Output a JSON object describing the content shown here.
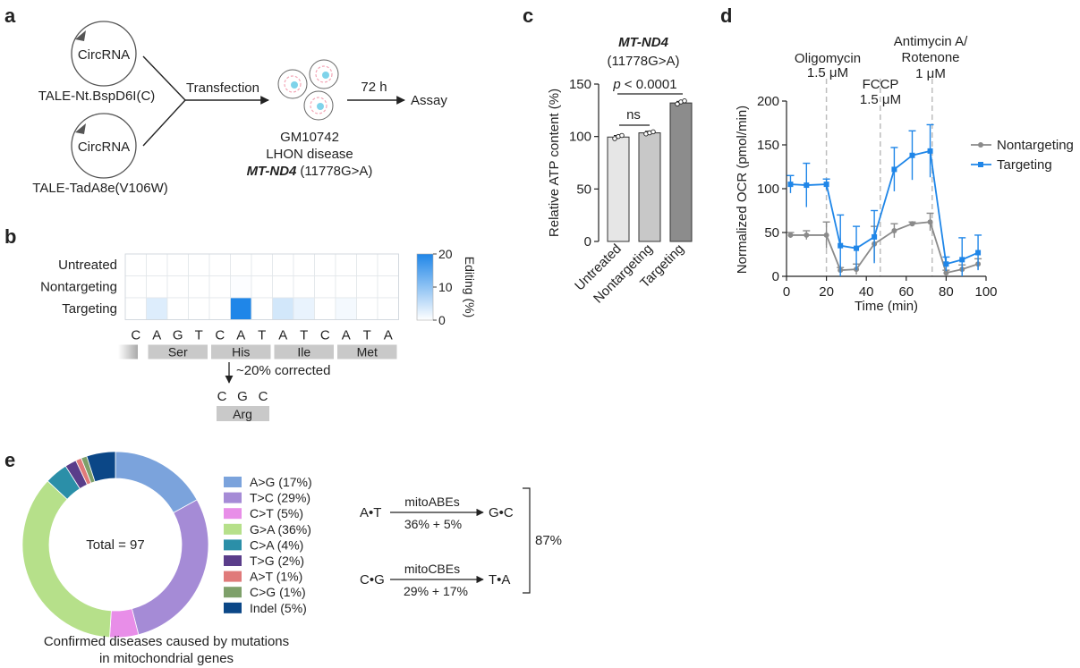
{
  "panels": {
    "a": "a",
    "b": "b",
    "c": "c",
    "d": "d",
    "e": "e"
  },
  "panel_a": {
    "circ_label": "CircRNA",
    "construct_top": "TALE-Nt.BspD6I(C)",
    "construct_bottom": "TALE-TadA8e(V106W)",
    "transfection": "Transfection",
    "time": "72 h",
    "assay": "Assay",
    "cell_line": "GM10742",
    "disease": "LHON disease",
    "gene": "MT-ND4",
    "mutation": "(11778G>A)"
  },
  "panel_b": {
    "colorbar_label": "Editing (%)",
    "corrected": "~20% corrected",
    "new_codon": [
      "C",
      "G",
      "C"
    ],
    "new_aa": "Arg"
  },
  "panel_c": {
    "gene": "MT-ND4",
    "mutation": "(11778G>A)",
    "p_prefix": "p",
    "p_rest": "< 0.0001",
    "ns": "ns"
  },
  "panel_d": {
    "drugs": [
      {
        "lines": [
          "Oligomycin",
          "1.5 μM"
        ],
        "t": 20
      },
      {
        "lines": [
          "FCCP",
          "1.5 μM"
        ],
        "t": 47
      },
      {
        "lines": [
          "Antimycin A/",
          "Rotenone",
          "1 μM"
        ],
        "t": 73
      }
    ]
  },
  "panel_e": {
    "total": "Total = 97",
    "caption_lines": [
      "Confirmed diseases caused by mutations",
      "in mitochondrial genes"
    ],
    "scheme": {
      "row1": {
        "left": "A•T",
        "enzyme": "mitoABEs",
        "sum": "36% + 5%",
        "right": "G•C"
      },
      "row2": {
        "left": "C•G",
        "enzyme": "mitoCBEs",
        "sum": "29% + 17%",
        "right": "T•A"
      },
      "total": "87%"
    }
  },
  "chart_data": [
    {
      "type": "heatmap",
      "rows": [
        "Untreated",
        "Nontargeting",
        "Targeting"
      ],
      "columns": [
        "C",
        "A",
        "G",
        "T",
        "C",
        "A",
        "T",
        "A",
        "T",
        "C",
        "A",
        "T",
        "A"
      ],
      "values": [
        [
          0,
          0,
          0,
          0,
          0,
          0,
          0,
          0,
          0,
          0,
          0,
          0,
          0
        ],
        [
          0,
          0,
          0,
          0,
          0,
          0.3,
          0,
          0,
          0,
          0,
          0,
          0,
          0
        ],
        [
          0,
          3,
          0,
          0,
          0,
          20,
          0,
          4,
          2,
          0,
          1,
          0,
          0
        ]
      ],
      "codons": [
        "",
        "Ser",
        "His",
        "Ile",
        "Met"
      ],
      "colorbar": {
        "min": 0,
        "max": 20,
        "ticks": [
          0,
          10,
          20
        ],
        "label": "Editing (%)"
      }
    },
    {
      "type": "bar",
      "categories": [
        "Untreated",
        "Nontargeting",
        "Targeting"
      ],
      "values": [
        99.5,
        103.5,
        132
      ],
      "points": [
        [
          98,
          100,
          101
        ],
        [
          102.5,
          103.5,
          104.5
        ],
        [
          131,
          133,
          134
        ]
      ],
      "colors": [
        "#e6e6e6",
        "#c8c8c8",
        "#8c8c8c"
      ],
      "ylabel": "Relative ATP content (%)",
      "ylim": [
        0,
        150
      ],
      "yticks": [
        0,
        50,
        100,
        150
      ]
    },
    {
      "type": "line",
      "xlabel": "Time (min)",
      "ylabel": "Normalized OCR (pmol/min)",
      "xlim": [
        0,
        100
      ],
      "ylim": [
        0,
        200
      ],
      "xticks": [
        0,
        20,
        40,
        60,
        80,
        100
      ],
      "yticks": [
        0,
        50,
        100,
        150,
        200
      ],
      "legend_position": "right",
      "series": [
        {
          "name": "Nontargeting",
          "color": "#8a8a8a",
          "x": [
            2,
            10,
            20,
            27,
            35,
            44,
            54,
            63,
            72,
            80,
            88,
            96
          ],
          "y": [
            47,
            47,
            47,
            7,
            8,
            37,
            52,
            60,
            62,
            4,
            8,
            14
          ],
          "err": [
            3,
            5,
            15,
            3,
            6,
            20,
            8,
            2,
            10,
            3,
            5,
            6
          ]
        },
        {
          "name": "Targeting",
          "color": "#1f86e8",
          "x": [
            2,
            10,
            20,
            27,
            35,
            44,
            54,
            63,
            72,
            80,
            88,
            96
          ],
          "y": [
            105,
            104,
            105,
            35,
            32,
            45,
            122,
            138,
            143,
            14,
            19,
            27
          ],
          "err": [
            10,
            25,
            6,
            35,
            25,
            30,
            25,
            28,
            30,
            8,
            25,
            20
          ]
        }
      ]
    },
    {
      "type": "pie",
      "labels": [
        "A>G (17%)",
        "T>C (29%)",
        "C>T (5%)",
        "G>A (36%)",
        "C>A (4%)",
        "T>G (2%)",
        "A>T (1%)",
        "C>G (1%)",
        "Indel (5%)"
      ],
      "values": [
        17,
        29,
        5,
        36,
        4,
        2,
        1,
        1,
        5
      ],
      "colors": [
        "#7ba3dc",
        "#a58bd6",
        "#e88ee8",
        "#b6e08a",
        "#2b8fa8",
        "#5a3d8a",
        "#e07a7a",
        "#7ea06a",
        "#0b4787"
      ]
    }
  ]
}
